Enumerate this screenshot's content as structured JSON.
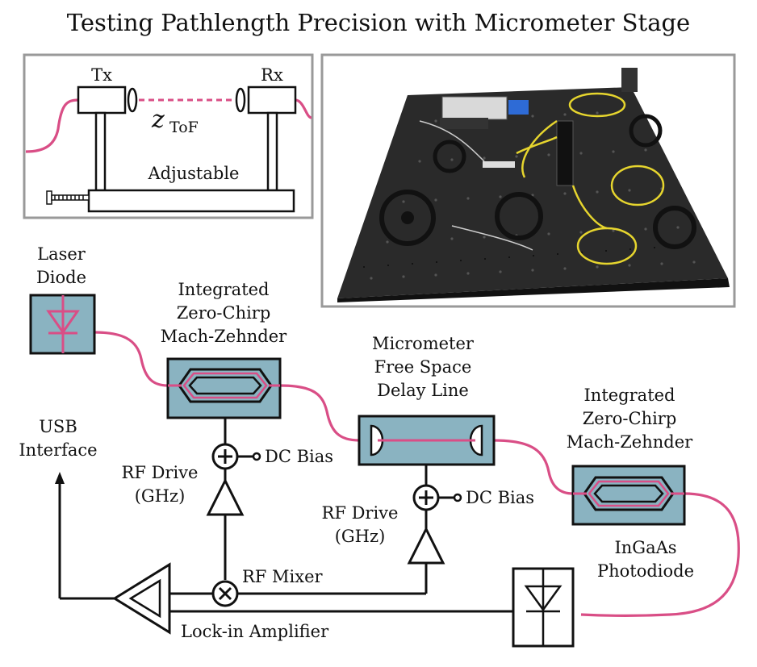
{
  "title": "Testing Pathlength Precision with Micrometer Stage",
  "inset": {
    "tx_label": "Tx",
    "rx_label": "Rx",
    "ztof_symbol": "z",
    "ztof_subscript": "ToF",
    "stage_label": "Adjustable"
  },
  "photo": {
    "alt": "photo of fiber-optic test setup on optical breadboard"
  },
  "components": {
    "laser": [
      "Laser",
      "Diode"
    ],
    "mzm1": [
      "Integrated",
      "Zero-Chirp",
      "Mach-Zehnder"
    ],
    "delay": [
      "Micrometer",
      "Free Space",
      "Delay Line"
    ],
    "mzm2": [
      "Integrated",
      "Zero-Chirp",
      "Mach-Zehnder"
    ],
    "photodiode": [
      "InGaAs",
      "Photodiode"
    ],
    "usb": [
      "USB",
      "Interface"
    ],
    "dc_bias_1": "DC Bias",
    "dc_bias_2": "DC Bias",
    "rf_drive_1": [
      "RF Drive",
      "(GHz)"
    ],
    "rf_drive_2": [
      "RF Drive",
      "(GHz)"
    ],
    "rf_mixer": "RF Mixer",
    "lockin": "Lock-in Amplifier"
  },
  "colors": {
    "fiber": "#d94e86",
    "component_fill": "#8ab3c1",
    "line": "#111111"
  }
}
